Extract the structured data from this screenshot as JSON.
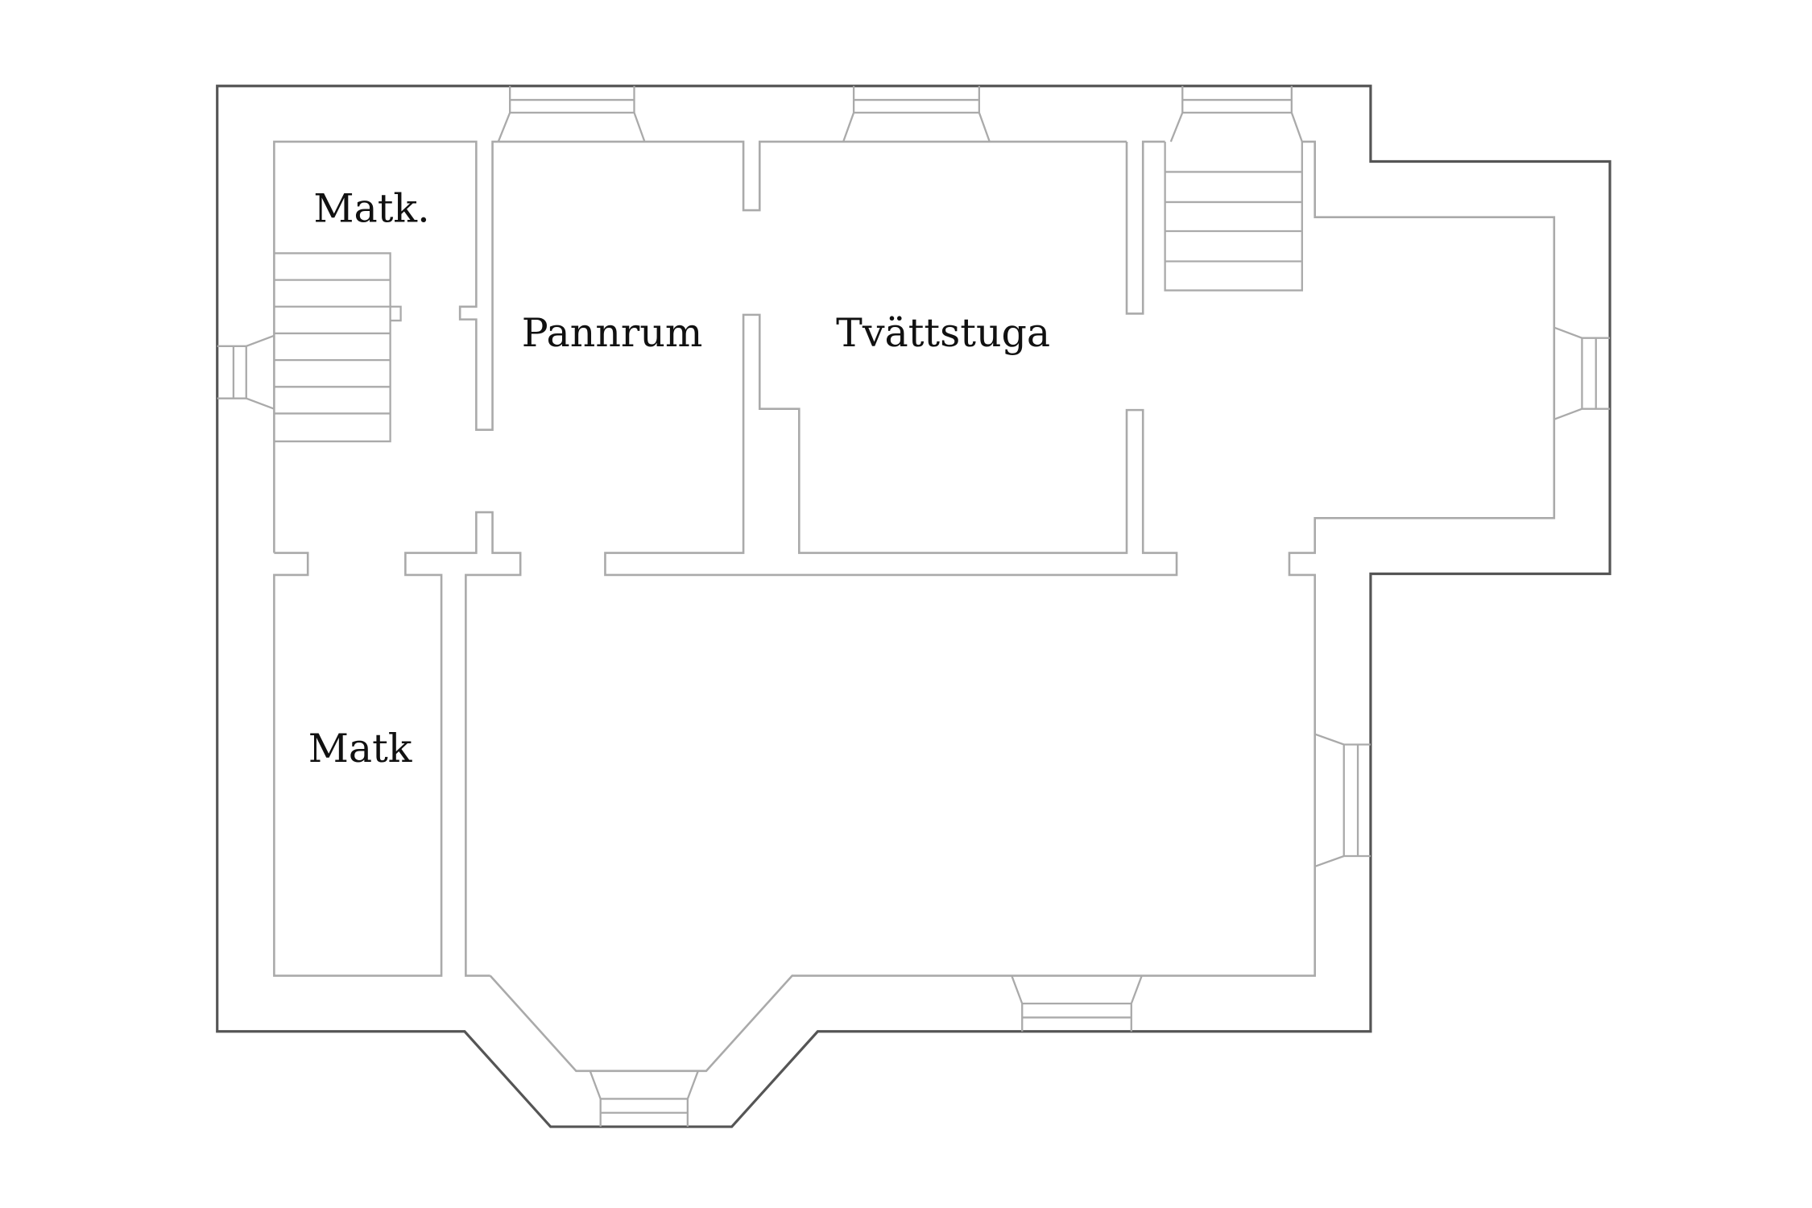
{
  "rooms": {
    "matk_small": "Matk.",
    "pannrum": "Pannrum",
    "tvattstuga": "Tvättstuga",
    "matk_large": "Matk"
  },
  "colors": {
    "outer_wall": "#555555",
    "inner_wall": "#aaaaaa",
    "label_text": "#111111",
    "background": "#ffffff"
  }
}
